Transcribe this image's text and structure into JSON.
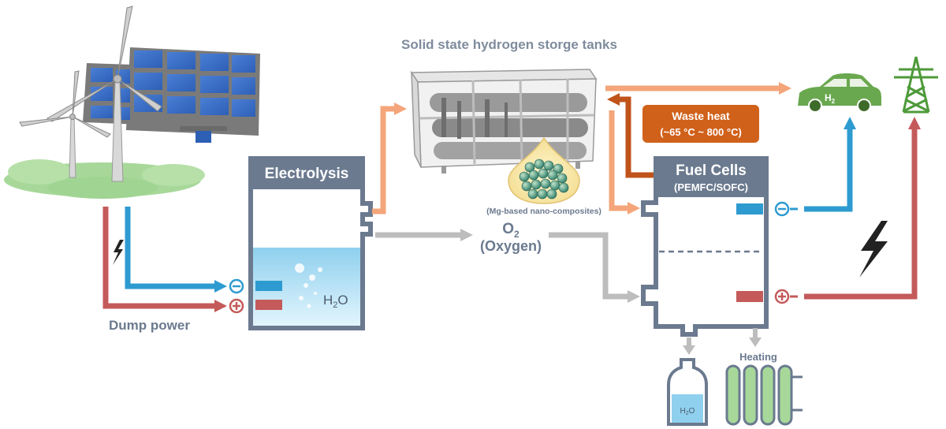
{
  "title": "Solid state hydrogen storge tanks",
  "electrolysis": {
    "label": "Electrolysis",
    "water_main": "H",
    "water_sub": "2",
    "water_tail": "O"
  },
  "nano": {
    "label": "(Mg-based nano-composites)"
  },
  "oxygen": {
    "formula_main": "O",
    "formula_sub": "2",
    "label": "(Oxygen)"
  },
  "fuel_cells": {
    "label": "Fuel Cells",
    "sublabel": "(PEMFC/SOFC)"
  },
  "waste_heat": {
    "line1": "Waste heat",
    "line2": "(~65 °C ~ 800 °C)"
  },
  "dump_power": {
    "label": "Dump power"
  },
  "car": {
    "h2_main": "H",
    "h2_sub": "2"
  },
  "water_bottle": {
    "main": "H",
    "sub": "2",
    "tail": "O"
  },
  "heating": {
    "label": "Heating"
  },
  "colors": {
    "slate": "#6b7a8f",
    "blue": "#2e9bd0",
    "red": "#c45a5a",
    "peach": "#f4a57a",
    "grey_arrow": "#bdbdbd",
    "waste_heat": "#d0611a",
    "waste_arrow": "#c0531a",
    "green": "#6aa84f",
    "tower": "#4e9a3a"
  }
}
